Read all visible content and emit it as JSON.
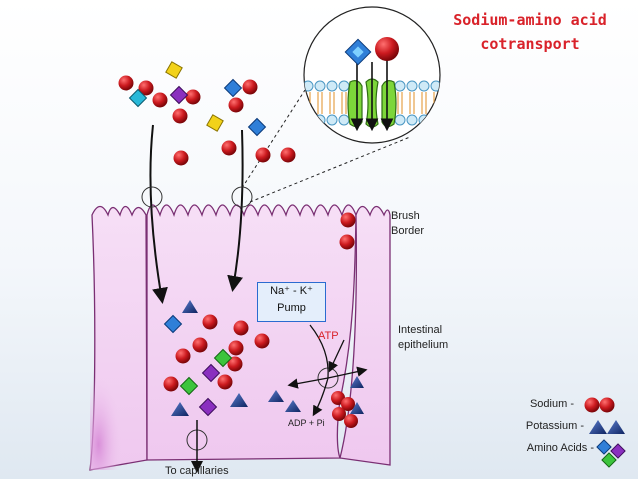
{
  "title": {
    "line1": "Sodium-amino acid",
    "line2": "cotransport"
  },
  "labels": {
    "brush_border_1": "Brush",
    "brush_border_2": "Border",
    "epithelium_1": "Intestinal",
    "epithelium_2": "epithelium",
    "pump_1": "Na⁺ - K⁺",
    "pump_2": "Pump",
    "atp": "ATP",
    "adp": "ADP + Pi",
    "capillaries": "To capillaries"
  },
  "legend": {
    "sodium": "Sodium -",
    "potassium": "Potassium -",
    "amino_acids": "Amino Acids -"
  },
  "colors": {
    "sodium": "#cc1a1f",
    "potassium": "#1b3f8c",
    "cell_fill": "#f2d2f2",
    "cell_stroke": "#7a2f73",
    "title": "#d9222a"
  }
}
